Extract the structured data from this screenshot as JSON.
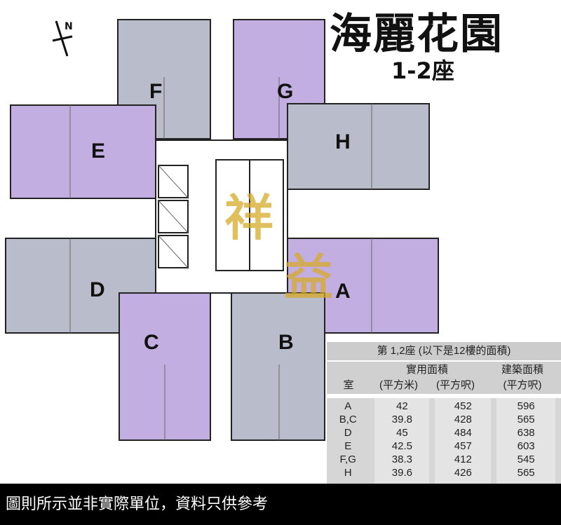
{
  "title": "海麗花園",
  "subtitle": "1-2座",
  "compass": {
    "label": "N",
    "icon": "north-arrow-icon"
  },
  "watermark": [
    "祥",
    "益"
  ],
  "units": [
    {
      "label": "A",
      "color": "#c3aee2"
    },
    {
      "label": "B",
      "color": "#b9bdcb"
    },
    {
      "label": "C",
      "color": "#c3aee2"
    },
    {
      "label": "D",
      "color": "#b9bdcb"
    },
    {
      "label": "E",
      "color": "#c3aee2"
    },
    {
      "label": "F",
      "color": "#b9bdcb"
    },
    {
      "label": "G",
      "color": "#c3aee2"
    },
    {
      "label": "H",
      "color": "#b9bdcb"
    }
  ],
  "table": {
    "caption": "第 1,2座 (以下是12樓的面積)",
    "header": {
      "room": "室",
      "usable": "實用面積",
      "usable_sqm": "(平方米)",
      "usable_sqft": "(平方呎)",
      "gross": "建築面積",
      "gross_sqft": "(平方呎)"
    },
    "rooms": [
      "A",
      "B,C",
      "D",
      "E",
      "F,G",
      "H"
    ],
    "sqm": [
      "42",
      "39.8",
      "45",
      "42.5",
      "38.3",
      "39.6"
    ],
    "sqft": [
      "452",
      "428",
      "484",
      "457",
      "412",
      "426"
    ],
    "gross": [
      "596",
      "565",
      "638",
      "603",
      "545",
      "565"
    ]
  },
  "footer": "圖則所示並非實際單位，資料只供參考"
}
